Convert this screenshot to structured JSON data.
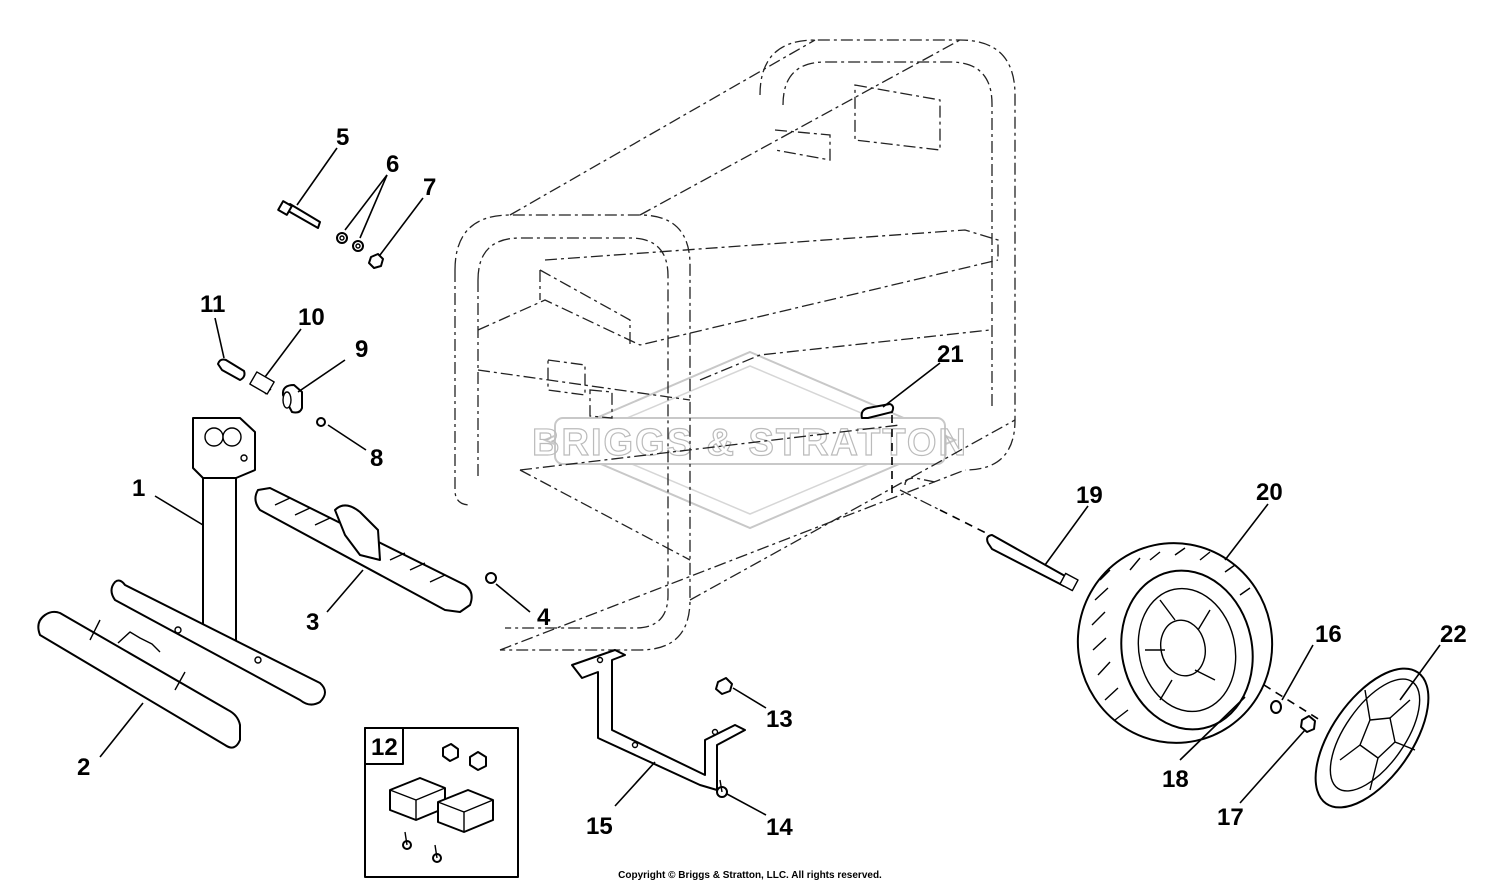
{
  "callouts": [
    "1",
    "2",
    "3",
    "4",
    "5",
    "6",
    "7",
    "8",
    "9",
    "10",
    "11",
    "12",
    "13",
    "14",
    "15",
    "16",
    "17",
    "18",
    "19",
    "20",
    "21",
    "22"
  ],
  "watermark": "BRIGGS & STRATTON",
  "copyright": "Copyright © Briggs & Stratton, LLC. All rights reserved."
}
